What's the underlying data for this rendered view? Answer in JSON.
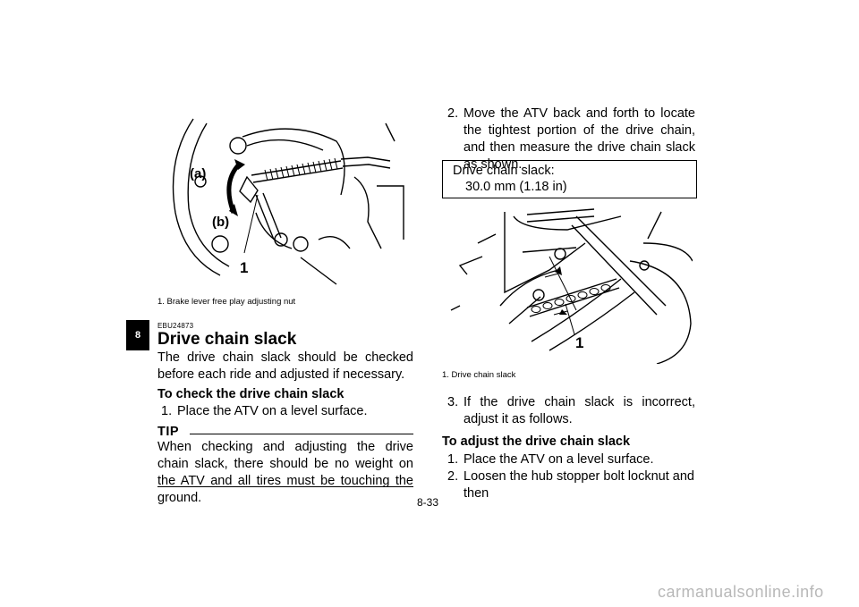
{
  "chapter_tab": "8",
  "figure1": {
    "label_a": "(a)",
    "label_b": "(b)",
    "callout": "1",
    "caption": "1. Brake lever free play adjusting nut"
  },
  "section": {
    "code": "EBU24873",
    "title": "Drive chain slack",
    "intro": "The drive chain slack should be checked before each ride and adjusted if necessary.",
    "check_heading": "To check the drive chain slack",
    "check_step1_num": "1.",
    "check_step1_text": "Place the ATV on a level surface."
  },
  "tip": {
    "title": "TIP",
    "text": "When checking and adjusting the drive chain slack, there should be no weight on the ATV and all tires must be touching the ground."
  },
  "right": {
    "step2_num": "2.",
    "step2_text": "Move the ATV back and forth to locate the tightest portion of the drive chain, and then measure the drive chain slack as shown.",
    "spec_label": "Drive chain slack:",
    "spec_value": "30.0 mm (1.18 in)",
    "figure2_callout": "1",
    "figure2_caption": "1. Drive chain slack",
    "step3_num": "3.",
    "step3_text": "If the drive chain slack is incorrect, adjust it as follows.",
    "adjust_heading": "To adjust the drive chain slack",
    "adj_step1_num": "1.",
    "adj_step1_text": "Place the ATV on a level surface.",
    "adj_step2_num": "2.",
    "adj_step2_text": "Loosen the hub stopper bolt locknut and then"
  },
  "page_number": "8-33",
  "watermark": "carmanualsonline.info"
}
